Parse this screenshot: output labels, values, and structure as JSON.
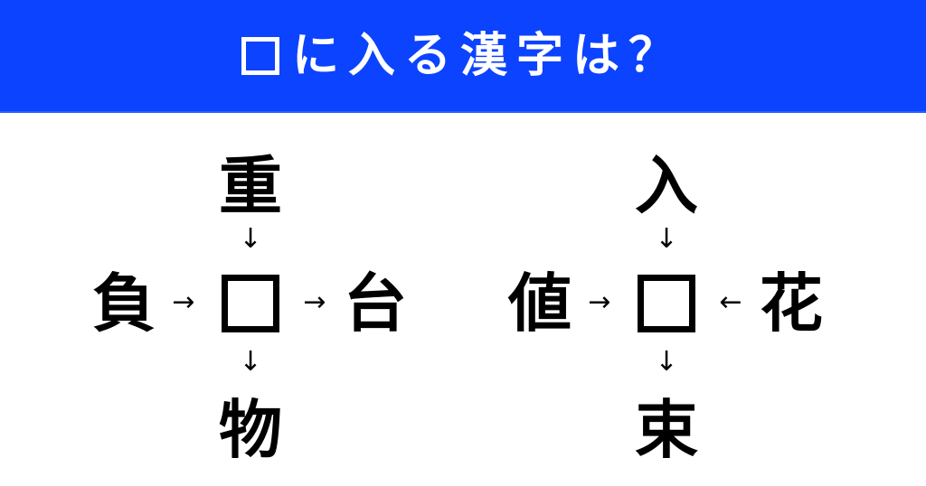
{
  "header": {
    "title": "に入る漢字は？",
    "title_box_icon": "blank-square-icon",
    "background_color": "#0c43fe"
  },
  "puzzles": [
    {
      "top": "重",
      "left": "負",
      "right": "台",
      "bottom": "物",
      "arrows": {
        "top": "↓",
        "left": "→",
        "right": "→",
        "bottom": "↓"
      }
    },
    {
      "top": "入",
      "left": "値",
      "right": "花",
      "bottom": "束",
      "arrows": {
        "top": "↓",
        "left": "→",
        "right": "←",
        "bottom": "↓"
      }
    }
  ]
}
